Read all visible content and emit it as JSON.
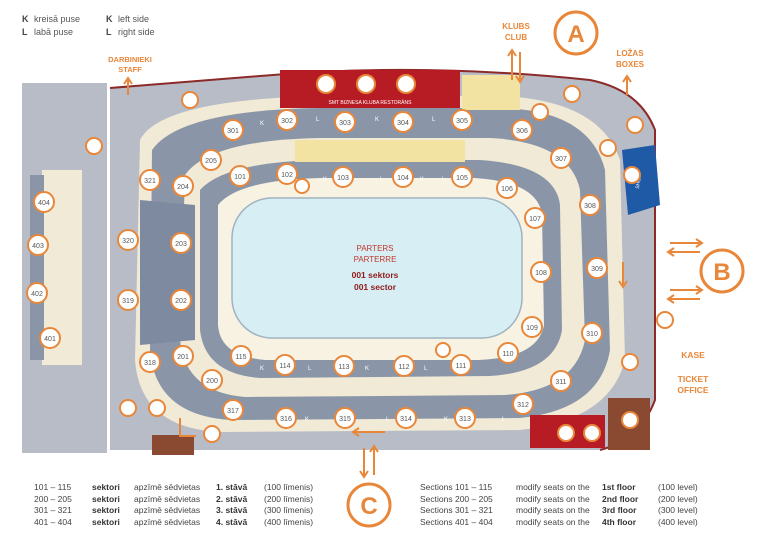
{
  "legend_top": [
    {
      "key": "K",
      "lv": "kreisā puse",
      "en": "left side"
    },
    {
      "key": "L",
      "lv": "labā puse",
      "en": "right side"
    }
  ],
  "entrances": {
    "a": "A",
    "b": "B",
    "c": "C"
  },
  "labels": {
    "klubs": "KLUBS",
    "club": "CLUB",
    "darbinieki": "DARBINIEKI",
    "staff": "STAFF",
    "lozas": "LOŽAS",
    "boxes": "BOXES",
    "kase": "KASE",
    "ticket": "TICKET",
    "office": "OFFICE",
    "restaurant": "SMT BIZNESA KLUBA RESTORĀNS",
    "shop": "SHOP",
    "parters": "PARTERS",
    "parterre": "PARTERRE",
    "sektors": "001 sektors",
    "sector": "001 sector",
    "k": "K",
    "l": "L"
  },
  "sections": {
    "s401": "401",
    "s402": "402",
    "s403": "403",
    "s404": "404",
    "s301": "301",
    "s302": "302",
    "s303": "303",
    "s304": "304",
    "s305": "305",
    "s306": "306",
    "s307": "307",
    "s308": "308",
    "s309": "309",
    "s310": "310",
    "s311": "311",
    "s312": "312",
    "s313": "313",
    "s314": "314",
    "s315": "315",
    "s316": "316",
    "s317": "317",
    "s318": "318",
    "s319": "319",
    "s320": "320",
    "s321": "321",
    "s200": "200",
    "s201": "201",
    "s202": "202",
    "s203": "203",
    "s204": "204",
    "s205": "205",
    "s101": "101",
    "s102": "102",
    "s103": "103",
    "s104": "104",
    "s105": "105",
    "s106": "106",
    "s107": "107",
    "s108": "108",
    "s109": "109",
    "s110": "110",
    "s111": "111",
    "s112": "112",
    "s113": "113",
    "s114": "114",
    "s115": "115"
  },
  "legend_bottom_lv": [
    {
      "range": "101 – 115",
      "word": "sektori",
      "desc": "apzīmē sēdvietas",
      "floor": "1. stāvā",
      "level": "(100 līmenis)"
    },
    {
      "range": "200 – 205",
      "word": "sektori",
      "desc": "apzīmē sēdvietas",
      "floor": "2. stāvā",
      "level": "(200 līmenis)"
    },
    {
      "range": "301 – 321",
      "word": "sektori",
      "desc": "apzīmē sēdvietas",
      "floor": "3. stāvā",
      "level": "(300 līmenis)"
    },
    {
      "range": "401 – 404",
      "word": "sektori",
      "desc": "apzīmē sēdvietas",
      "floor": "4. stāvā",
      "level": "(400 līmenis)"
    }
  ],
  "legend_bottom_en": [
    {
      "range": "Sections 101 – 115",
      "desc": "modify seats on the",
      "floor": "1st floor",
      "level": "(100 level)"
    },
    {
      "range": "Sections 200 – 205",
      "desc": "modify seats on the",
      "floor": "2nd floor",
      "level": "(200 level)"
    },
    {
      "range": "Sections 301 – 321",
      "desc": "modify seats on the",
      "floor": "3rd floor",
      "level": "(300 level)"
    },
    {
      "range": "Sections 401 – 404",
      "desc": "modify seats on the",
      "floor": "4th floor",
      "level": "(400 level)"
    }
  ],
  "colors": {
    "orange": "#e8873a",
    "ice": "#d8eef5",
    "seat": "#8a96a8",
    "floor": "#f1ead7",
    "corridor": "#b8bcc6",
    "red": "#b71c25",
    "blue": "#1f5aa6",
    "yellow": "#f2e3a2"
  }
}
